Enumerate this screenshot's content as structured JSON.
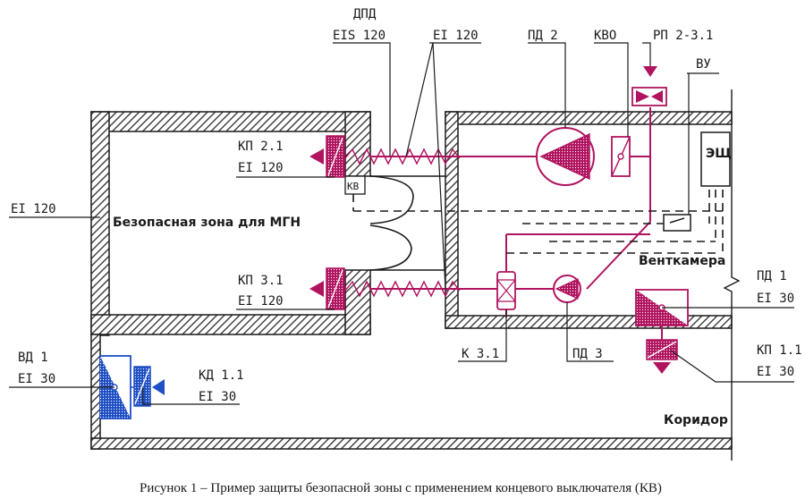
{
  "colors": {
    "magenta": "#b0145f",
    "blue": "#1f4fc4",
    "ink": "#1a1a1a",
    "hatch": "#2a2a2a"
  },
  "labels": {
    "dpd": "ДПД",
    "eis120": "EIS 120",
    "ei120_top": "EI 120",
    "pd2": "ПД 2",
    "kvo": "КВО",
    "rp": "РП 2-3.1",
    "vu": "ВУ",
    "esch": "ЭЩ",
    "kp21": "КП 2.1",
    "kp21_rating": "EI 120",
    "kv": "КВ",
    "wall_rating": "EI 120",
    "safe_zone": "Безопасная зона для МГН",
    "ventkamera": "Венткамера",
    "kp31": "КП 3.1",
    "kp31_rating": "EI 120",
    "pd1": "ПД 1",
    "pd1_rating": "EI 30",
    "k31": "К 3.1",
    "pd3": "ПД 3",
    "kp11": "КП 1.1",
    "kp11_rating": "EI 30",
    "vd1": "ВД 1",
    "vd1_rating": "EI 30",
    "kd11": "КД 1.1",
    "kd11_rating": "EI 30",
    "koridor": "Коридор"
  },
  "caption": "Рисунок 1 – Пример защиты безопасной зоны с применением концевого выключателя (КВ)"
}
